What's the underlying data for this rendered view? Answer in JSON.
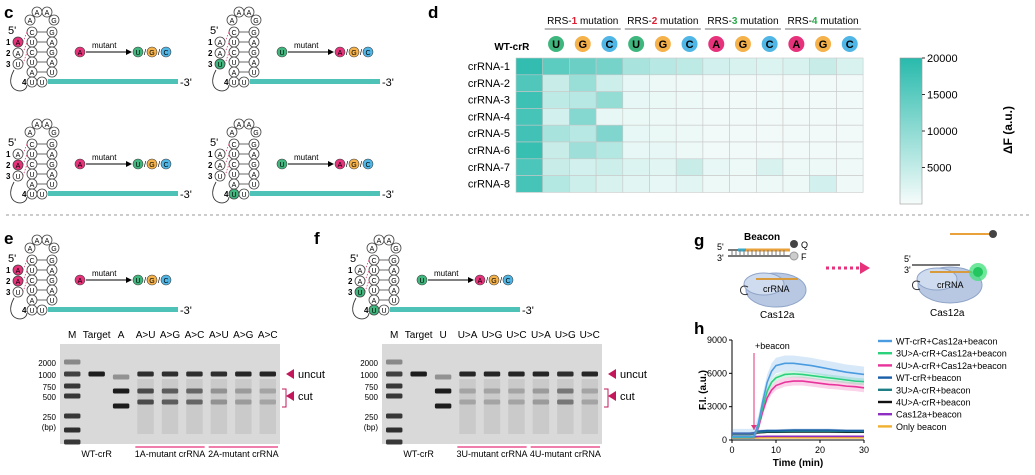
{
  "panels": {
    "c": "c",
    "d": "d",
    "e": "e",
    "f": "f",
    "g": "g",
    "h": "h"
  },
  "colors": {
    "A": "#e6327a",
    "U": "#3fb67d",
    "G": "#f5b14a",
    "C": "#4fb6e6",
    "teal": "#4ec2b6",
    "rrs1": "#e01e32",
    "rrs2": "#e01e32",
    "rrs3": "#2aaa4a",
    "rrs4": "#2aaa4a"
  },
  "hairpin": {
    "five_prime": "5'",
    "three_prime": "-3'",
    "mutant_label": "mutant",
    "nums": [
      "1",
      "2",
      "3",
      "4"
    ],
    "top_loop": [
      "A",
      "A",
      "A",
      "G"
    ],
    "pairs": [
      [
        "C",
        "G"
      ],
      [
        "U",
        "A"
      ],
      [
        "C",
        "G"
      ],
      [
        "U",
        "A"
      ],
      [
        "A",
        "U"
      ]
    ],
    "slash": "/",
    "mutants": [
      {
        "from": "A",
        "to": [
          "U",
          "G",
          "C"
        ]
      },
      {
        "from": "U",
        "to": [
          "A",
          "G",
          "C"
        ]
      },
      {
        "from": "A",
        "to": [
          "U",
          "G",
          "C"
        ]
      },
      {
        "from": "U",
        "to": [
          "A",
          "G",
          "C"
        ]
      }
    ]
  },
  "chart_data": {
    "type": "heatmap",
    "row_header": "WT-crR",
    "rows": [
      "crRNA-1",
      "crRNA-2",
      "crRNA-3",
      "crRNA-4",
      "crRNA-5",
      "crRNA-6",
      "crRNA-7",
      "crRNA-8"
    ],
    "groups": [
      {
        "name": "RRS-1",
        "suffix": " mutation",
        "bases": [
          "U",
          "G",
          "C"
        ]
      },
      {
        "name": "RRS-2",
        "suffix": " mutation",
        "bases": [
          "U",
          "G",
          "C"
        ]
      },
      {
        "name": "RRS-3",
        "suffix": " mutation",
        "bases": [
          "A",
          "G",
          "C"
        ]
      },
      {
        "name": "RRS-4",
        "suffix": " mutation",
        "bases": [
          "A",
          "G",
          "C"
        ]
      }
    ],
    "values": [
      [
        19000,
        15000,
        13500,
        12500,
        7500,
        6000,
        5500,
        3500,
        3000,
        2500,
        3000,
        4500,
        3000
      ],
      [
        16000,
        4500,
        9000,
        4000,
        1500,
        1000,
        800,
        500,
        500,
        500,
        500,
        500,
        500
      ],
      [
        18000,
        5500,
        6000,
        9500,
        1500,
        1200,
        1000,
        500,
        500,
        600,
        500,
        500,
        500
      ],
      [
        17000,
        3500,
        11000,
        1500,
        1200,
        1000,
        800,
        500,
        500,
        500,
        500,
        500,
        500
      ],
      [
        17500,
        7500,
        6000,
        11500,
        1500,
        1200,
        1000,
        500,
        500,
        500,
        500,
        500,
        500
      ],
      [
        18500,
        4500,
        8500,
        6500,
        1500,
        1500,
        1000,
        500,
        500,
        500,
        500,
        500,
        500
      ],
      [
        16500,
        4500,
        3500,
        4000,
        2500,
        2000,
        4500,
        1500,
        1000,
        3000,
        1000,
        1000,
        800
      ],
      [
        17000,
        6500,
        4000,
        3000,
        2000,
        1500,
        2000,
        1000,
        800,
        1000,
        1000,
        3500,
        800
      ]
    ],
    "colorbar": {
      "min": 0,
      "max": 20000,
      "ticks": [
        20000,
        15000,
        10000,
        5000
      ],
      "label": "ΔF (a.u.)"
    }
  },
  "gel_e": {
    "top_labels": [
      "M",
      "Target",
      "A",
      "A>U",
      "A>G",
      "A>C",
      "A>U",
      "A>G",
      "A>C"
    ],
    "ladder": [
      "2000",
      "1000",
      "750",
      "500",
      "250",
      "(bp)"
    ],
    "uncut": "uncut",
    "cut": "cut",
    "bottom": [
      "WT-crR",
      "1A-mutant crRNA",
      "2A-mutant crRNA"
    ],
    "lanes": [
      {
        "bands": [
          [
            0.18,
            0.35
          ],
          [
            0.3,
            0.75
          ],
          [
            0.42,
            0.8
          ],
          [
            0.52,
            0.8
          ],
          [
            0.72,
            0.8
          ],
          [
            0.86,
            0.85
          ],
          [
            0.98,
            0.8
          ]
        ]
      },
      {
        "bands": [
          [
            0.3,
            0.95
          ]
        ]
      },
      {
        "bands": [
          [
            0.33,
            0.3
          ],
          [
            0.47,
            0.95
          ],
          [
            0.62,
            0.95
          ]
        ]
      },
      {
        "bands": [
          [
            0.3,
            0.85
          ],
          [
            0.47,
            0.7
          ],
          [
            0.58,
            0.7
          ]
        ]
      },
      {
        "bands": [
          [
            0.3,
            0.85
          ],
          [
            0.47,
            0.6
          ],
          [
            0.58,
            0.6
          ]
        ]
      },
      {
        "bands": [
          [
            0.3,
            0.85
          ],
          [
            0.47,
            0.55
          ],
          [
            0.58,
            0.55
          ]
        ]
      },
      {
        "bands": [
          [
            0.3,
            0.85
          ],
          [
            0.47,
            0.3
          ],
          [
            0.58,
            0.3
          ]
        ]
      },
      {
        "bands": [
          [
            0.3,
            0.9
          ],
          [
            0.47,
            0.25
          ],
          [
            0.58,
            0.25
          ]
        ]
      },
      {
        "bands": [
          [
            0.3,
            0.9
          ],
          [
            0.47,
            0.2
          ],
          [
            0.58,
            0.2
          ]
        ]
      }
    ]
  },
  "gel_f": {
    "top_labels": [
      "M",
      "Target",
      "U",
      "U>A",
      "U>G",
      "U>C",
      "U>A",
      "U>G",
      "U>C"
    ],
    "ladder": [
      "2000",
      "1000",
      "750",
      "500",
      "250",
      "(bp)"
    ],
    "uncut": "uncut",
    "cut": "cut",
    "bottom": [
      "WT-crR",
      "3U-mutant crRNA",
      "4U-mutant crRNA"
    ],
    "lanes": [
      {
        "bands": [
          [
            0.18,
            0.35
          ],
          [
            0.3,
            0.75
          ],
          [
            0.42,
            0.8
          ],
          [
            0.52,
            0.8
          ],
          [
            0.72,
            0.8
          ],
          [
            0.86,
            0.85
          ],
          [
            0.98,
            0.8
          ]
        ]
      },
      {
        "bands": [
          [
            0.3,
            0.95
          ]
        ]
      },
      {
        "bands": [
          [
            0.33,
            0.3
          ],
          [
            0.47,
            0.95
          ],
          [
            0.62,
            0.95
          ]
        ]
      },
      {
        "bands": [
          [
            0.3,
            0.9
          ],
          [
            0.47,
            0.2
          ],
          [
            0.58,
            0.2
          ]
        ]
      },
      {
        "bands": [
          [
            0.3,
            0.9
          ],
          [
            0.47,
            0.2
          ],
          [
            0.58,
            0.2
          ]
        ]
      },
      {
        "bands": [
          [
            0.3,
            0.9
          ],
          [
            0.47,
            0.2
          ],
          [
            0.58,
            0.2
          ]
        ]
      },
      {
        "bands": [
          [
            0.3,
            0.9
          ],
          [
            0.47,
            0.25
          ],
          [
            0.58,
            0.25
          ]
        ]
      },
      {
        "bands": [
          [
            0.3,
            0.85
          ],
          [
            0.47,
            0.45
          ],
          [
            0.58,
            0.45
          ]
        ]
      },
      {
        "bands": [
          [
            0.3,
            0.9
          ],
          [
            0.47,
            0.2
          ],
          [
            0.58,
            0.2
          ]
        ]
      }
    ]
  },
  "schematic_g": {
    "beacon": "Beacon",
    "q": "Q",
    "f": "F",
    "five": "5'",
    "three": "3'",
    "crRNA": "crRNA",
    "cas": "Cas12a"
  },
  "line_chart": {
    "type": "line",
    "xlabel": "Time (min)",
    "ylabel": "F.I. (a.u.)",
    "xlim": [
      0,
      30
    ],
    "ylim": [
      0,
      9000
    ],
    "xticks": [
      0,
      10,
      20,
      30
    ],
    "yticks": [
      0,
      3000,
      6000,
      9000
    ],
    "annotation": "+beacon",
    "beacon_time": 5,
    "series": [
      {
        "name": "WT-crR+Cas12a+beacon",
        "color": "#4a9be0",
        "x": [
          0,
          2,
          4,
          5,
          6,
          7,
          8,
          9,
          10,
          12,
          14,
          16,
          18,
          20,
          22,
          24,
          26,
          28,
          30
        ],
        "y": [
          300,
          300,
          300,
          350,
          1500,
          3500,
          5200,
          6200,
          6700,
          6900,
          6900,
          6800,
          6700,
          6550,
          6400,
          6250,
          6100,
          6000,
          5900
        ],
        "band": 700
      },
      {
        "name": "3U>A-crR+Cas12a+beacon",
        "color": "#2bd17c",
        "x": [
          0,
          2,
          4,
          5,
          6,
          7,
          8,
          9,
          10,
          12,
          14,
          16,
          18,
          20,
          22,
          24,
          26,
          28,
          30
        ],
        "y": [
          250,
          250,
          250,
          300,
          1300,
          3000,
          4400,
          5200,
          5600,
          5900,
          5950,
          5900,
          5800,
          5700,
          5600,
          5500,
          5400,
          5300,
          5250
        ],
        "band": 300
      },
      {
        "name": "4U>A-crR+Cas12a+beacon",
        "color": "#e8339b",
        "x": [
          0,
          2,
          4,
          5,
          6,
          7,
          8,
          9,
          10,
          12,
          14,
          16,
          18,
          20,
          22,
          24,
          26,
          28,
          30
        ],
        "y": [
          250,
          250,
          250,
          300,
          1100,
          2600,
          3800,
          4500,
          4900,
          5200,
          5300,
          5300,
          5200,
          5100,
          5000,
          4950,
          4850,
          4800,
          4700
        ],
        "band": 400
      },
      {
        "name": "WT-crR+beacon",
        "color": "#1a5fa8",
        "x": [
          0,
          2,
          4,
          5,
          6,
          8,
          10,
          14,
          18,
          22,
          26,
          30
        ],
        "y": [
          600,
          600,
          600,
          650,
          800,
          850,
          850,
          900,
          900,
          900,
          850,
          850
        ],
        "band": 120
      },
      {
        "name": "3U>A-crR+beacon",
        "color": "#1e7f86",
        "x": [
          0,
          2,
          4,
          5,
          6,
          8,
          10,
          14,
          18,
          22,
          26,
          30
        ],
        "y": [
          550,
          550,
          550,
          600,
          700,
          750,
          750,
          780,
          780,
          780,
          770,
          760
        ],
        "band": 80
      },
      {
        "name": "4U>A-crR+beacon",
        "color": "#111111",
        "x": [
          0,
          2,
          4,
          5,
          6,
          8,
          10,
          14,
          18,
          22,
          26,
          30
        ],
        "y": [
          500,
          500,
          500,
          550,
          650,
          700,
          700,
          720,
          720,
          720,
          700,
          700
        ],
        "band": 80
      },
      {
        "name": "Cas12a+beacon",
        "color": "#8e2fc2",
        "x": [
          0,
          2,
          4,
          5,
          6,
          8,
          10,
          14,
          18,
          22,
          26,
          30
        ],
        "y": [
          250,
          250,
          250,
          280,
          320,
          330,
          330,
          330,
          330,
          330,
          330,
          330
        ],
        "band": 40
      },
      {
        "name": "Only beacon",
        "color": "#f0b030",
        "x": [
          0,
          2,
          4,
          5,
          6,
          8,
          10,
          14,
          18,
          22,
          26,
          30
        ],
        "y": [
          150,
          150,
          150,
          170,
          190,
          200,
          200,
          200,
          200,
          200,
          200,
          200
        ],
        "band": 30
      }
    ]
  }
}
